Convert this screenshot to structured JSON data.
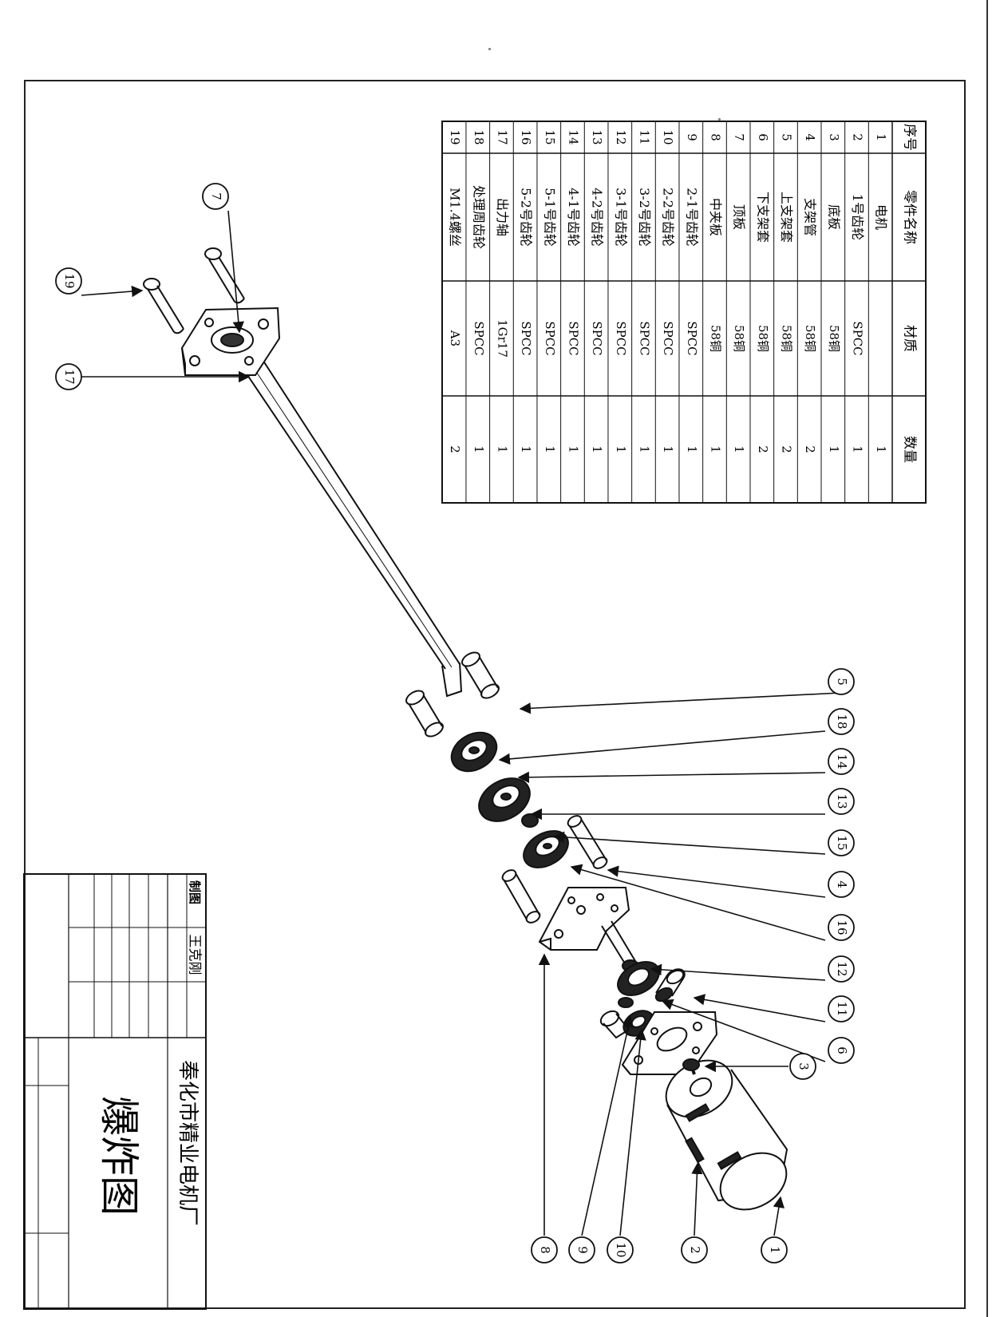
{
  "bom": {
    "headers": [
      "序号",
      "零件名称",
      "材质",
      "数量"
    ],
    "rows": [
      [
        "1",
        "电机",
        "",
        "1"
      ],
      [
        "2",
        "1号齿轮",
        "SPCC",
        "1"
      ],
      [
        "3",
        "底板",
        "58铜",
        "1"
      ],
      [
        "4",
        "支架管",
        "58铜",
        "2"
      ],
      [
        "5",
        "上支架套",
        "58铜",
        "2"
      ],
      [
        "6",
        "下支架套",
        "58铜",
        "2"
      ],
      [
        "7",
        "顶板",
        "58铜",
        "1"
      ],
      [
        "8",
        "中夹板",
        "58铜",
        "1"
      ],
      [
        "9",
        "2-1号齿轮",
        "SPCC",
        "1"
      ],
      [
        "10",
        "2-2号齿轮",
        "SPCC",
        "1"
      ],
      [
        "11",
        "3-2号齿轮",
        "SPCC",
        "1"
      ],
      [
        "12",
        "3-1号齿轮",
        "SPCC",
        "1"
      ],
      [
        "13",
        "4-2号齿轮",
        "SPCC",
        "1"
      ],
      [
        "14",
        "4-1号齿轮",
        "SPCC",
        "1"
      ],
      [
        "15",
        "5-1号齿轮",
        "SPCC",
        "1"
      ],
      [
        "16",
        "5-2号齿轮",
        "SPCC",
        "1"
      ],
      [
        "17",
        "出力轴",
        "1Gr17",
        "1"
      ],
      [
        "18",
        "处理周齿轮",
        "SPCC",
        "1"
      ],
      [
        "19",
        "M1.4螺丝",
        "A3",
        "2"
      ]
    ]
  },
  "title_block": {
    "drawn_label": "制图",
    "drafter": "王克刚",
    "company": "奉化市精业电机厂",
    "drawing_title": "爆炸图"
  },
  "balloons": [
    {
      "number": "19"
    },
    {
      "number": "7"
    },
    {
      "number": "17"
    },
    {
      "number": "5"
    },
    {
      "number": "18"
    },
    {
      "number": "14"
    },
    {
      "number": "13"
    },
    {
      "number": "15"
    },
    {
      "number": "4"
    },
    {
      "number": "16"
    },
    {
      "number": "12"
    },
    {
      "number": "11"
    },
    {
      "number": "6"
    },
    {
      "number": "3"
    },
    {
      "number": "8"
    },
    {
      "number": "9"
    },
    {
      "number": "10"
    },
    {
      "number": "2"
    },
    {
      "number": "1"
    }
  ],
  "colors": {
    "ink": "#111111",
    "paper": "#ffffff"
  }
}
